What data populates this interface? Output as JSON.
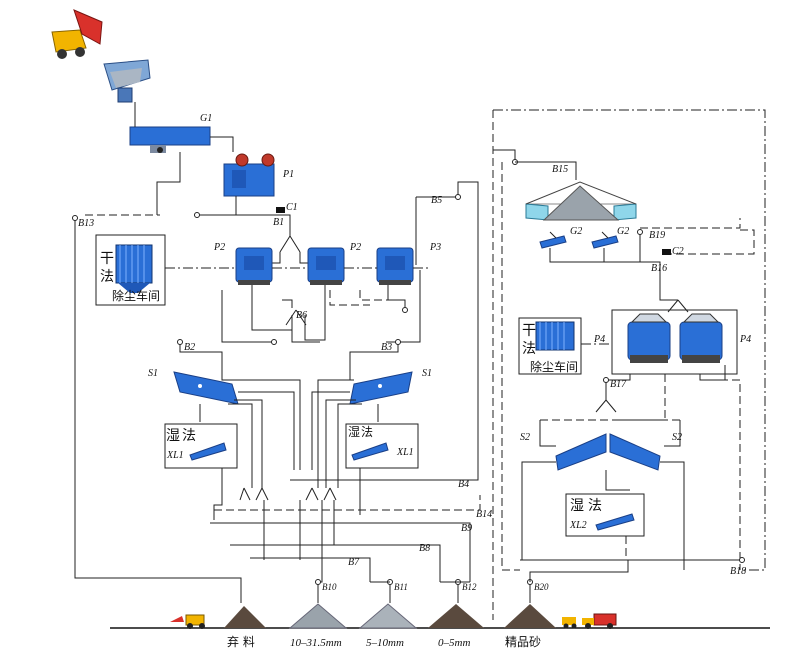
{
  "labels": {
    "G1": "G1",
    "P1": "P1",
    "C1": "C1",
    "B1": "B1",
    "B13": "B13",
    "B5": "B5",
    "P2_left": "P2",
    "P2_mid": "P2",
    "P3": "P3",
    "B6": "B6",
    "B2": "B2",
    "B3": "B3",
    "S1_left": "S1",
    "S1_right": "S1",
    "XL1_left": "XL1",
    "XL1_right": "XL1",
    "B4": "B4",
    "B14": "B14",
    "B9": "B9",
    "B7": "B7",
    "B8": "B8",
    "B10": "B10",
    "B11": "B11",
    "B12": "B12",
    "B20": "B20",
    "B15": "B15",
    "G2_left": "G2",
    "G2_right": "G2",
    "B19": "B19",
    "C2": "C2",
    "B16": "B16",
    "P4_left": "P4",
    "P4_right": "P4",
    "B17": "B17",
    "S2_left": "S2",
    "S2_right": "S2",
    "XL2": "XL2",
    "B18": "B18"
  },
  "dust_boxes": {
    "left": {
      "gan": "干",
      "fa": "法",
      "name": "除尘车间"
    },
    "right": {
      "gan": "干",
      "fa": "法",
      "name": "除尘车间"
    }
  },
  "wet_boxes": {
    "left": {
      "shi": "湿",
      "fa": "法"
    },
    "right": {
      "shi": "湿",
      "fa": "法"
    },
    "xl2": {
      "shi": "湿",
      "fa": "法"
    }
  },
  "products": {
    "waste": "弃  料",
    "p1": "10–31.5mm",
    "p2": "5–10mm",
    "p3": "0–5mm",
    "fine_sand": "精品砂"
  },
  "colors": {
    "equipment": "#2a6fd6",
    "truck_yellow": "#f2b400",
    "truck_red": "#d9312b",
    "pile_dark": "#5a4a3e",
    "pile_grey": "#9aa3ab"
  }
}
